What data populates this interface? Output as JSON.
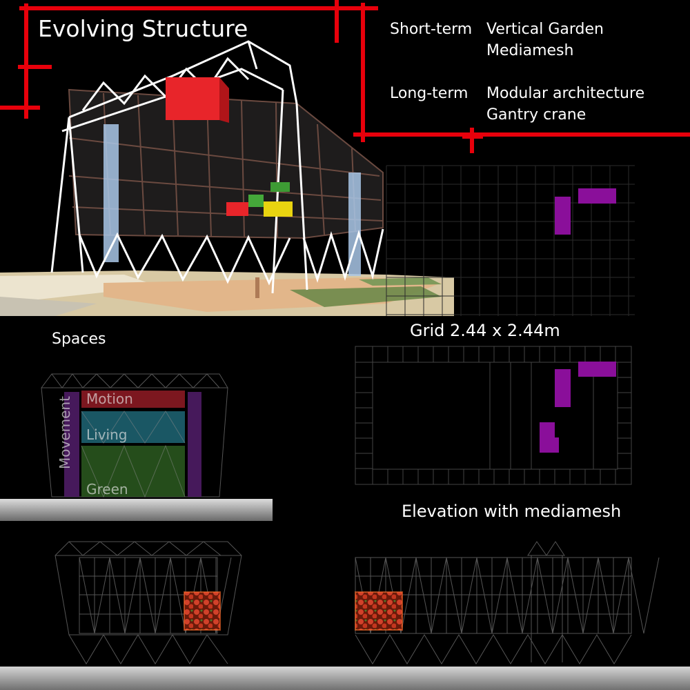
{
  "title": "Evolving Structure",
  "phases": [
    {
      "term": "Short-term",
      "items": [
        "Vertical Garden",
        "Mediamesh"
      ]
    },
    {
      "term": "Long-term",
      "items": [
        "Modular architecture",
        "Gantry crane"
      ]
    }
  ],
  "spaces": {
    "heading": "Spaces",
    "zones": {
      "motion": "Motion",
      "living": "Living",
      "green": "Green",
      "movement": "Movement"
    }
  },
  "grid_label": "Grid 2.44 x 2.44m",
  "elevation_label": "Elevation with mediamesh",
  "colors": {
    "accent_red": "#e8000b",
    "module_purple": "#8a0f9a",
    "motion": "#8a1a22",
    "living": "#1f6676",
    "green": "#2c5a20",
    "movement": "#4a1a60",
    "frame": "#6b4a40"
  }
}
